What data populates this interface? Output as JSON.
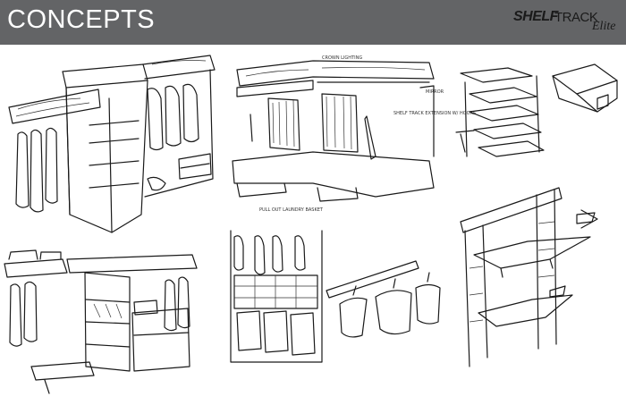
{
  "header": {
    "title": "CONCEPTS",
    "background": "#636466",
    "title_color": "#ffffff"
  },
  "logo": {
    "shelf": "SHELF",
    "track": "TRACK",
    "elite": "Elite"
  },
  "annotations": {
    "crown_lighting": "CROWN LIGHTING",
    "mirror": "MIRROR",
    "shelf_track_extension": "SHELF TRACK EXTENSION W/ HOOKS",
    "pull_out_laundry_basket": "PULL OUT LAUNDRY BASKET"
  },
  "sketches": [
    {
      "name": "walk-in-closet-sketch"
    },
    {
      "name": "corner-closet-sketch"
    },
    {
      "name": "sliding-trays-sketch"
    },
    {
      "name": "tray-bin-sketch"
    },
    {
      "name": "garage-shelving-sketch"
    },
    {
      "name": "cubby-storage-sketch"
    },
    {
      "name": "track-hook-sketch"
    },
    {
      "name": "bracket-shelf-sketch"
    }
  ]
}
